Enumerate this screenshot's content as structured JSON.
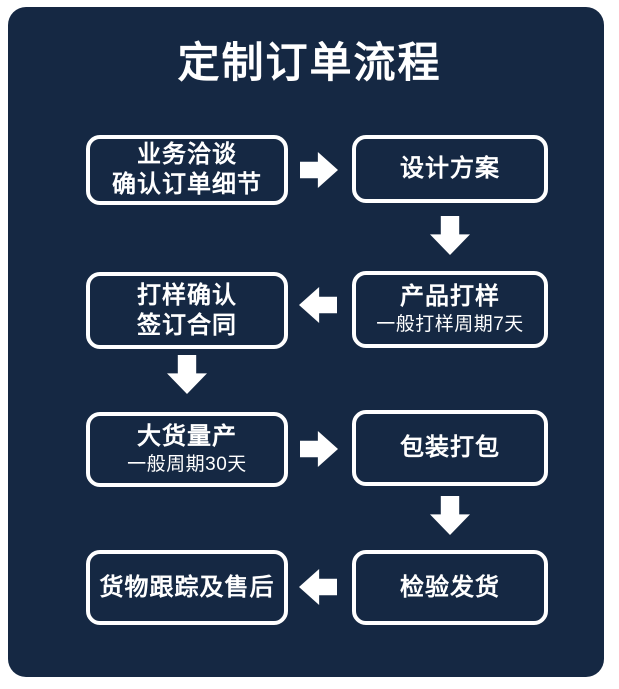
{
  "title": "定制订单流程",
  "colors": {
    "page_background": "#ffffff",
    "panel_background": "#152843",
    "box_border": "#ffffff",
    "text": "#ffffff",
    "arrow": "#ffffff"
  },
  "steps": [
    {
      "name": "business-negotiation",
      "line1": "业务洽谈",
      "line2": "确认订单细节"
    },
    {
      "name": "design-plan",
      "line1": "设计方案"
    },
    {
      "name": "product-sampling",
      "line1": "产品打样",
      "note": "一般打样周期7天"
    },
    {
      "name": "sample-confirmation",
      "line1": "打样确认",
      "line2": "签订合同"
    },
    {
      "name": "mass-production",
      "line1": "大货量产",
      "note": "一般周期30天"
    },
    {
      "name": "packing",
      "line1": "包装打包"
    },
    {
      "name": "inspection-shipping",
      "line1": "检验发货"
    },
    {
      "name": "tracking-aftersales",
      "line1": "货物跟踪及售后"
    }
  ],
  "arrows": [
    {
      "from": "业务洽谈",
      "to": "设计方案",
      "direction": "right"
    },
    {
      "from": "设计方案",
      "to": "产品打样",
      "direction": "down"
    },
    {
      "from": "产品打样",
      "to": "打样确认",
      "direction": "left"
    },
    {
      "from": "打样确认",
      "to": "大货量产",
      "direction": "down"
    },
    {
      "from": "大货量产",
      "to": "包装打包",
      "direction": "right"
    },
    {
      "from": "包装打包",
      "to": "检验发货",
      "direction": "down"
    },
    {
      "from": "检验发货",
      "to": "货物跟踪及售后",
      "direction": "left"
    }
  ]
}
